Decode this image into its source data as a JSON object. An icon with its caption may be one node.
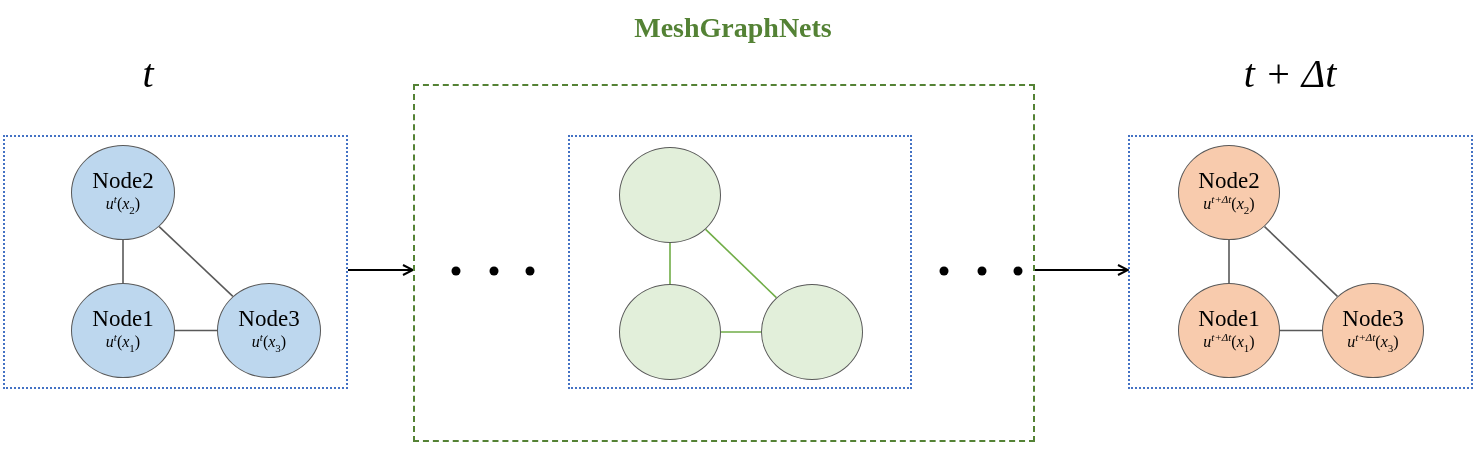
{
  "diagram": {
    "nodes": [
      {
        "text": [
          "t"
        ]
      },
      {
        "text": [
          "Node2",
          "*u*$^{t}$(*x*$_{2}$)"
        ],
        "in": 0
      },
      {
        "text": [
          "Node1",
          "*u*$^{t}$(*x*$_{1}$)"
        ],
        "in": 0
      },
      {
        "text": [
          "Node3",
          "*u*$^{t}$(*x*$_{3}$)"
        ],
        "in": 0
      },
      {
        "text": [
          "MeshGraphNets"
        ]
      },
      {
        "text": [],
        "shape": "box",
        "in": 4
      },
      {
        "text": [],
        "shape": "circle",
        "in": 5
      },
      {
        "text": [],
        "shape": "circle",
        "in": 5
      },
      {
        "text": [],
        "shape": "circle",
        "in": 5
      },
      {
        "text": [
          "t + Δt"
        ]
      },
      {
        "text": [
          "Node2",
          "*u*$^{t+Δt}$(*x*$_{2}$)"
        ],
        "in": 9
      },
      {
        "text": [
          "Node1",
          "*u*$^{t+Δt}$(*x*$_{1}$)"
        ],
        "in": 9
      },
      {
        "text": [
          "Node3",
          "*u*$^{t+Δt}$(*x*$_{3}$)"
        ],
        "in": 9
      }
    ],
    "edges": [
      {
        "from": 1,
        "to": 2,
        "arrow": "none"
      },
      {
        "from": 1,
        "to": 3,
        "arrow": "none"
      },
      {
        "from": 2,
        "to": 3,
        "arrow": "none"
      },
      {
        "from": 6,
        "to": 7,
        "arrow": "none",
        "color": "#70ad47"
      },
      {
        "from": 6,
        "to": 8,
        "arrow": "none",
        "color": "#70ad47"
      },
      {
        "from": 7,
        "to": 8,
        "arrow": "none",
        "color": "#70ad47"
      },
      {
        "from": 10,
        "to": 11,
        "arrow": "none"
      },
      {
        "from": 10,
        "to": 12,
        "arrow": "none"
      },
      {
        "from": 11,
        "to": 12,
        "arrow": "none"
      },
      {
        "from": 0,
        "to": 4,
        "arrow": "to"
      },
      {
        "from": 4,
        "to": 9,
        "arrow": "to"
      }
    ]
  }
}
